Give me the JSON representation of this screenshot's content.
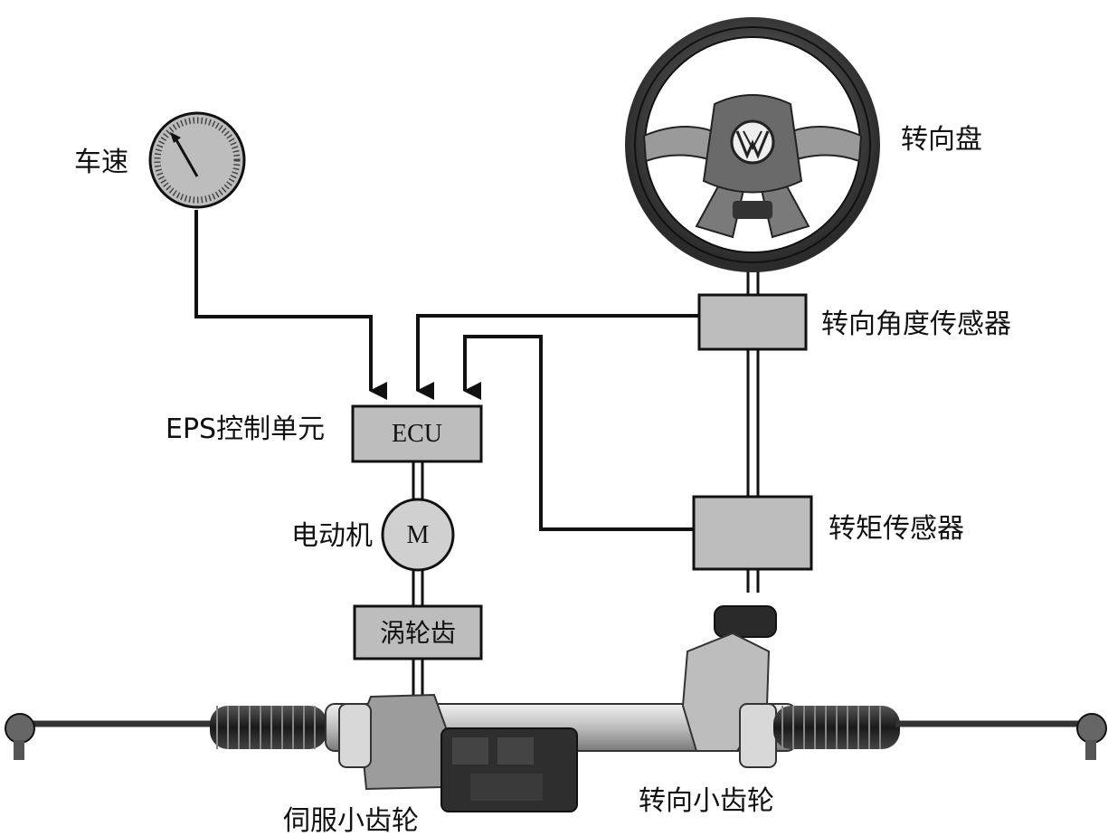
{
  "labels": {
    "vehicle_speed": "车速",
    "steering_wheel": "转向盘",
    "steering_angle_sensor": "转向角度传感器",
    "torque_sensor": "转矩传感器",
    "eps_control_unit": "EPS控制单元",
    "ecu": "ECU",
    "electric_motor": "电动机",
    "motor_symbol": "M",
    "worm_gear": "涡轮齿",
    "servo_pinion": "伺服小齿轮",
    "steering_pinion": "转向小齿轮"
  },
  "icons": {
    "steering_wheel_logo": "vw-logo"
  },
  "colors": {
    "box_fill": "#bdbdbd",
    "line": "#111111",
    "motor_fill": "#d0d0d0"
  }
}
